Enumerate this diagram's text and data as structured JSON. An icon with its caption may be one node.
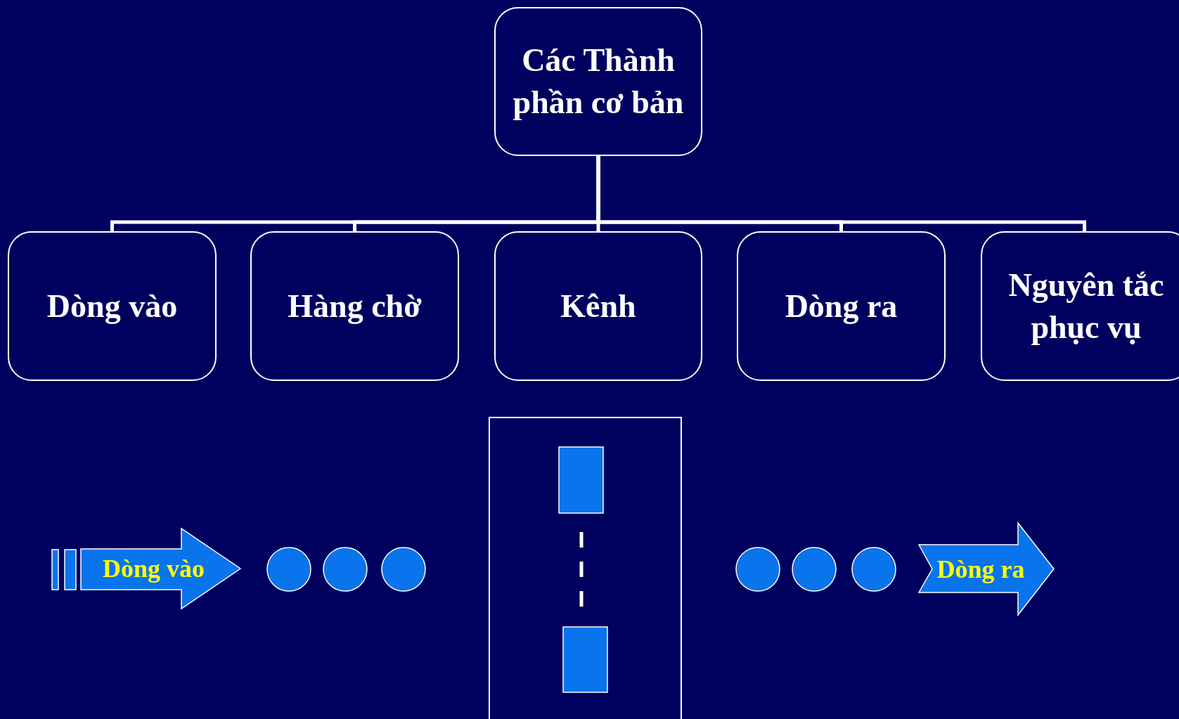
{
  "diagram": {
    "nodes": [
      {
        "text": [
          "Các Thành phần cơ bản"
        ]
      },
      {
        "text": [
          "Dòng vào"
        ]
      },
      {
        "text": [
          "Hàng chờ"
        ]
      },
      {
        "text": [
          "Kênh"
        ]
      },
      {
        "text": [
          "Dòng ra"
        ]
      },
      {
        "text": [
          "Nguyên tắc phục vụ"
        ]
      },
      {
        "text": [
          "Dòng vào"
        ]
      },
      {
        "text": [],
        "shape": "circle"
      },
      {
        "text": [],
        "shape": "circle"
      },
      {
        "text": [],
        "shape": "circle"
      },
      {
        "text": [],
        "shape": "box"
      },
      {
        "text": [],
        "shape": "box",
        "in": 10
      },
      {
        "text": [],
        "shape": "box",
        "in": 10
      },
      {
        "text": [],
        "shape": "circle"
      },
      {
        "text": [],
        "shape": "circle"
      },
      {
        "text": [],
        "shape": "circle"
      },
      {
        "text": [
          "Dòng ra"
        ]
      }
    ],
    "edges": [
      {
        "from": 0,
        "to": 1,
        "arrow": "none"
      },
      {
        "from": 0,
        "to": 2,
        "arrow": "none"
      },
      {
        "from": 0,
        "to": 3,
        "arrow": "none"
      },
      {
        "from": 0,
        "to": 4,
        "arrow": "none"
      },
      {
        "from": 0,
        "to": 5,
        "arrow": "none"
      }
    ]
  }
}
